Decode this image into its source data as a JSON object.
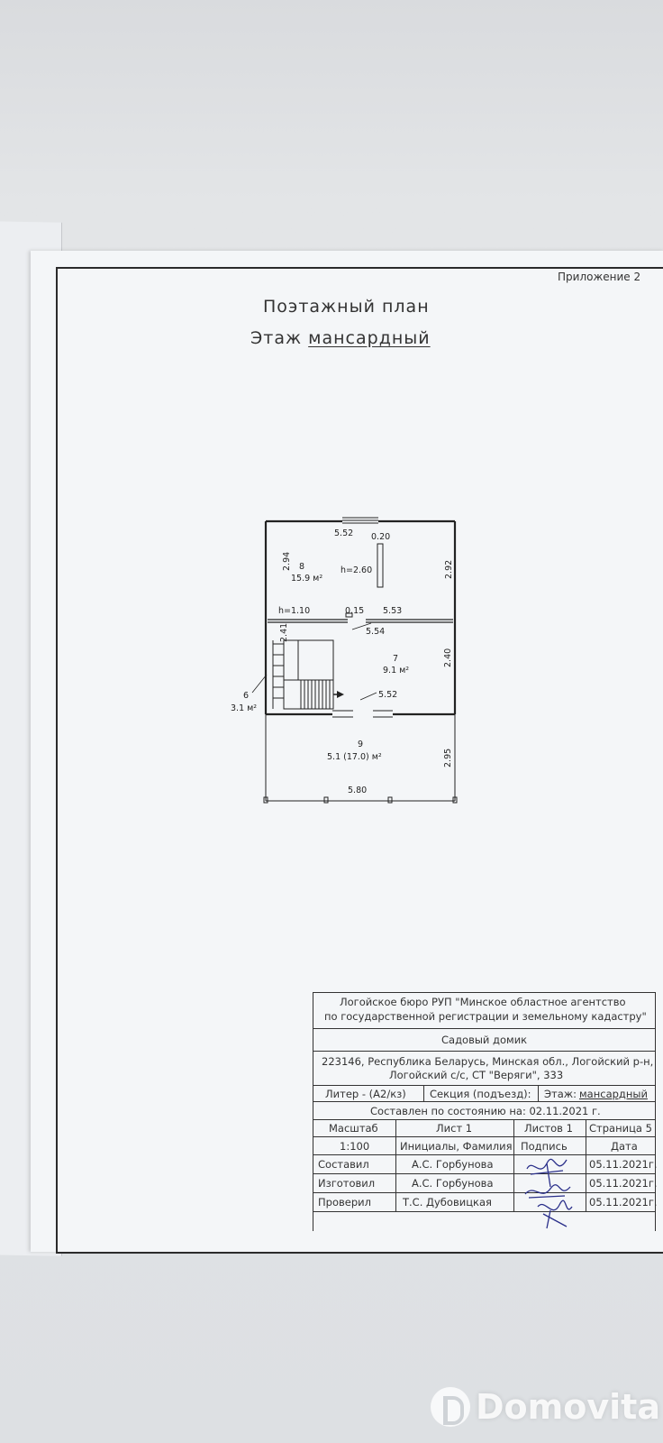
{
  "appendix_label": "Приложение 2",
  "title": {
    "line1": "Поэтажный план",
    "floor_prefix": "Этаж",
    "floor_value": "мансардный"
  },
  "plan": {
    "room8": {
      "number": "8",
      "area": "15.9 м²",
      "height": "h=2.60"
    },
    "room7": {
      "number": "7",
      "area": "9.1 м²"
    },
    "room6": {
      "number": "6",
      "area": "3.1 м²"
    },
    "room9": {
      "number": "9",
      "area": "5.1 (17.0) м²"
    },
    "dims": {
      "top_width": "5.52",
      "chimney_width": "0.20",
      "left_height_8": "2.94",
      "right_height_8": "2.92",
      "h_stair": "h=1.10",
      "partition": "0.15",
      "width_5_53": "5.53",
      "width_5_54": "5.54",
      "left_height_6": "2.41",
      "right_height_7": "2.40",
      "bottom_width_7": "5.52",
      "balcony_height": "2.95",
      "balcony_width": "5.80"
    }
  },
  "stamp": {
    "org_line1": "Логойское бюро РУП \"Минское областное агентство",
    "org_line2": "по государственной регистрации и земельному кадастру\"",
    "object": "Садовый домик",
    "address_line1": "223146, Республика Беларусь, Минская обл., Логойский р-н,",
    "address_line2": "Логойский с/с, СТ \"Веряги\", 333",
    "liter": "Литер - (А2/кз)",
    "section": "Секция (подъезд):",
    "floor_label": "Этаж:",
    "floor_value": "мансардный",
    "state": "Составлен по состоянию на: 02.11.2021 г.",
    "headers": {
      "scale": "Масштаб",
      "sheet": "Лист 1",
      "sheets": "Листов 1",
      "page": "Страница 5"
    },
    "subheaders": {
      "scale_value": "1:100",
      "name": "Инициалы, Фамилия",
      "signature": "Подпись",
      "date": "Дата"
    },
    "rows": [
      {
        "role": "Составил",
        "name": "А.С. Горбунова",
        "date": "05.11.2021г."
      },
      {
        "role": "Изготовил",
        "name": "А.С. Горбунова",
        "date": "05.11.2021г."
      },
      {
        "role": "Проверил",
        "name": "Т.С. Дубовицкая",
        "date": "05.11.2021г."
      }
    ]
  },
  "watermark": "Domovita"
}
